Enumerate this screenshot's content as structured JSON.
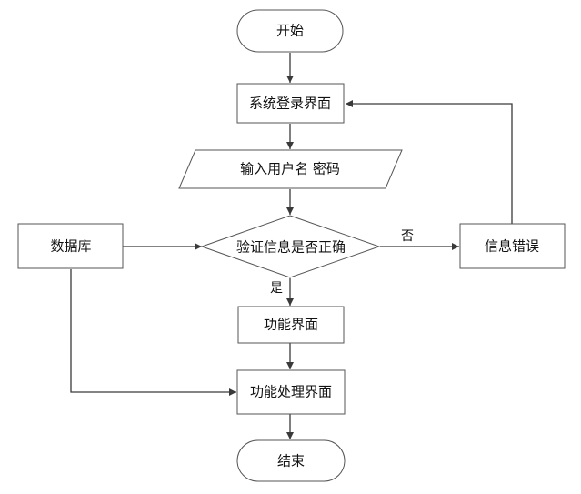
{
  "nodes": {
    "start": "开始",
    "login_screen": "系统登录界面",
    "input_credentials": "输入用户名 密码",
    "verify": "验证信息是否正确",
    "database": "数据库",
    "info_error": "信息错误",
    "function_screen": "功能界面",
    "function_processing": "功能处理界面",
    "end": "结束"
  },
  "edge_labels": {
    "no": "否",
    "yes": "是"
  }
}
